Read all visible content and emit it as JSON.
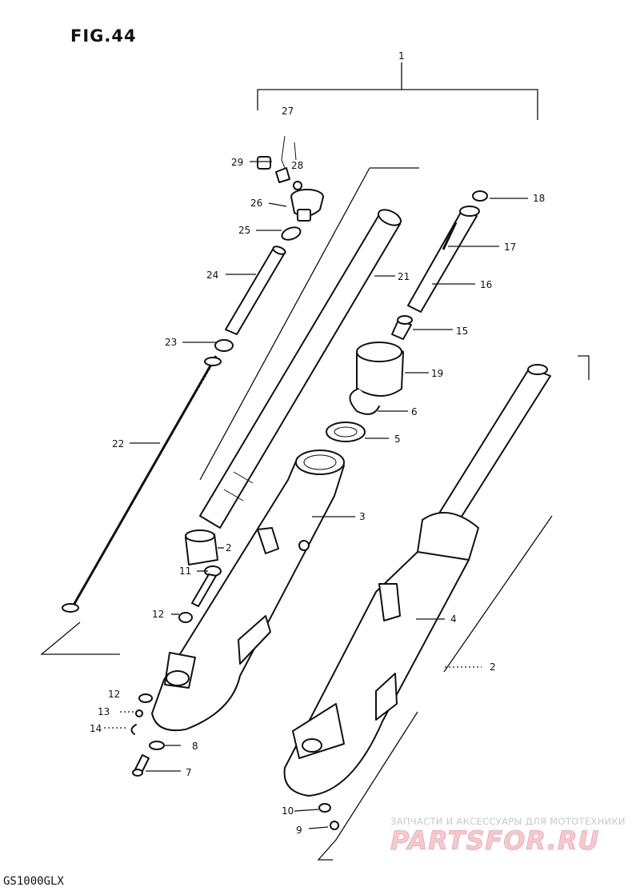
{
  "figure": {
    "title": "FIG.44",
    "model": "GS1000GLX"
  },
  "parts": [
    {
      "id": "p1",
      "label": "1"
    },
    {
      "id": "p2a",
      "label": "2"
    },
    {
      "id": "p2b",
      "label": "2"
    },
    {
      "id": "p3",
      "label": "3"
    },
    {
      "id": "p4",
      "label": "4"
    },
    {
      "id": "p5",
      "label": "5"
    },
    {
      "id": "p6",
      "label": "6"
    },
    {
      "id": "p7",
      "label": "7"
    },
    {
      "id": "p8",
      "label": "8"
    },
    {
      "id": "p9",
      "label": "9"
    },
    {
      "id": "p10",
      "label": "10"
    },
    {
      "id": "p11",
      "label": "11"
    },
    {
      "id": "p12a",
      "label": "12"
    },
    {
      "id": "p12b",
      "label": "12"
    },
    {
      "id": "p13",
      "label": "13"
    },
    {
      "id": "p14",
      "label": "14"
    },
    {
      "id": "p15",
      "label": "15"
    },
    {
      "id": "p16",
      "label": "16"
    },
    {
      "id": "p17",
      "label": "17"
    },
    {
      "id": "p18",
      "label": "18"
    },
    {
      "id": "p19",
      "label": "19"
    },
    {
      "id": "p21",
      "label": "21"
    },
    {
      "id": "p22",
      "label": "22"
    },
    {
      "id": "p23",
      "label": "23"
    },
    {
      "id": "p24",
      "label": "24"
    },
    {
      "id": "p25",
      "label": "25"
    },
    {
      "id": "p26",
      "label": "26"
    },
    {
      "id": "p27",
      "label": "27"
    },
    {
      "id": "p28",
      "label": "28"
    },
    {
      "id": "p29",
      "label": "29"
    }
  ],
  "watermark": {
    "tagline": "ЗАПЧАСТИ И АКСЕССУАРЫ ДЛЯ МОТОТЕХНИКИ",
    "logo": "PARTSFOR.RU",
    "color": "#e8a6b0"
  }
}
